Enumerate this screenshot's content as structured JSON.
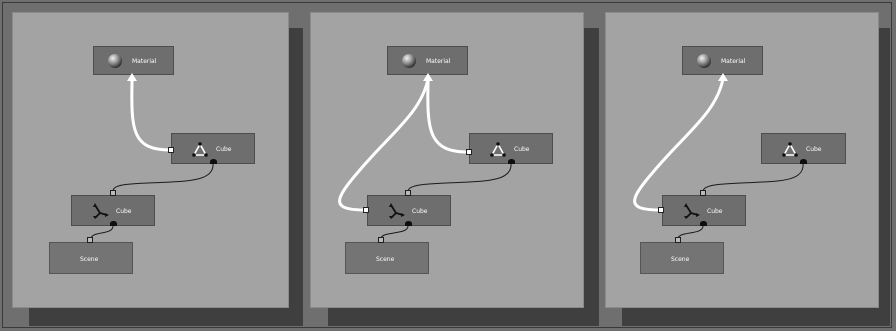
{
  "panels": [
    {
      "nodes": {
        "material": {
          "label": "Material",
          "icon": "sphere-icon"
        },
        "cube_mesh": {
          "label": "Cube",
          "icon": "mesh-icon"
        },
        "cube_transform": {
          "label": "Cube",
          "icon": "transform-axes-icon"
        },
        "scene": {
          "label": "Scene"
        }
      },
      "material_links": [
        "cube_mesh"
      ]
    },
    {
      "nodes": {
        "material": {
          "label": "Material",
          "icon": "sphere-icon"
        },
        "cube_mesh": {
          "label": "Cube",
          "icon": "mesh-icon"
        },
        "cube_transform": {
          "label": "Cube",
          "icon": "transform-axes-icon"
        },
        "scene": {
          "label": "Scene"
        }
      },
      "material_links": [
        "cube_mesh",
        "cube_transform"
      ]
    },
    {
      "nodes": {
        "material": {
          "label": "Material",
          "icon": "sphere-icon"
        },
        "cube_mesh": {
          "label": "Cube",
          "icon": "mesh-icon"
        },
        "cube_transform": {
          "label": "Cube",
          "icon": "transform-axes-icon"
        },
        "scene": {
          "label": "Scene"
        }
      },
      "material_links": [
        "cube_transform"
      ]
    }
  ],
  "colors": {
    "background": "#6f6f6f",
    "panel": "#a3a3a3",
    "node": "#6e6e6e",
    "material_wire": "#ffffff",
    "wire": "#1a1a1a"
  }
}
